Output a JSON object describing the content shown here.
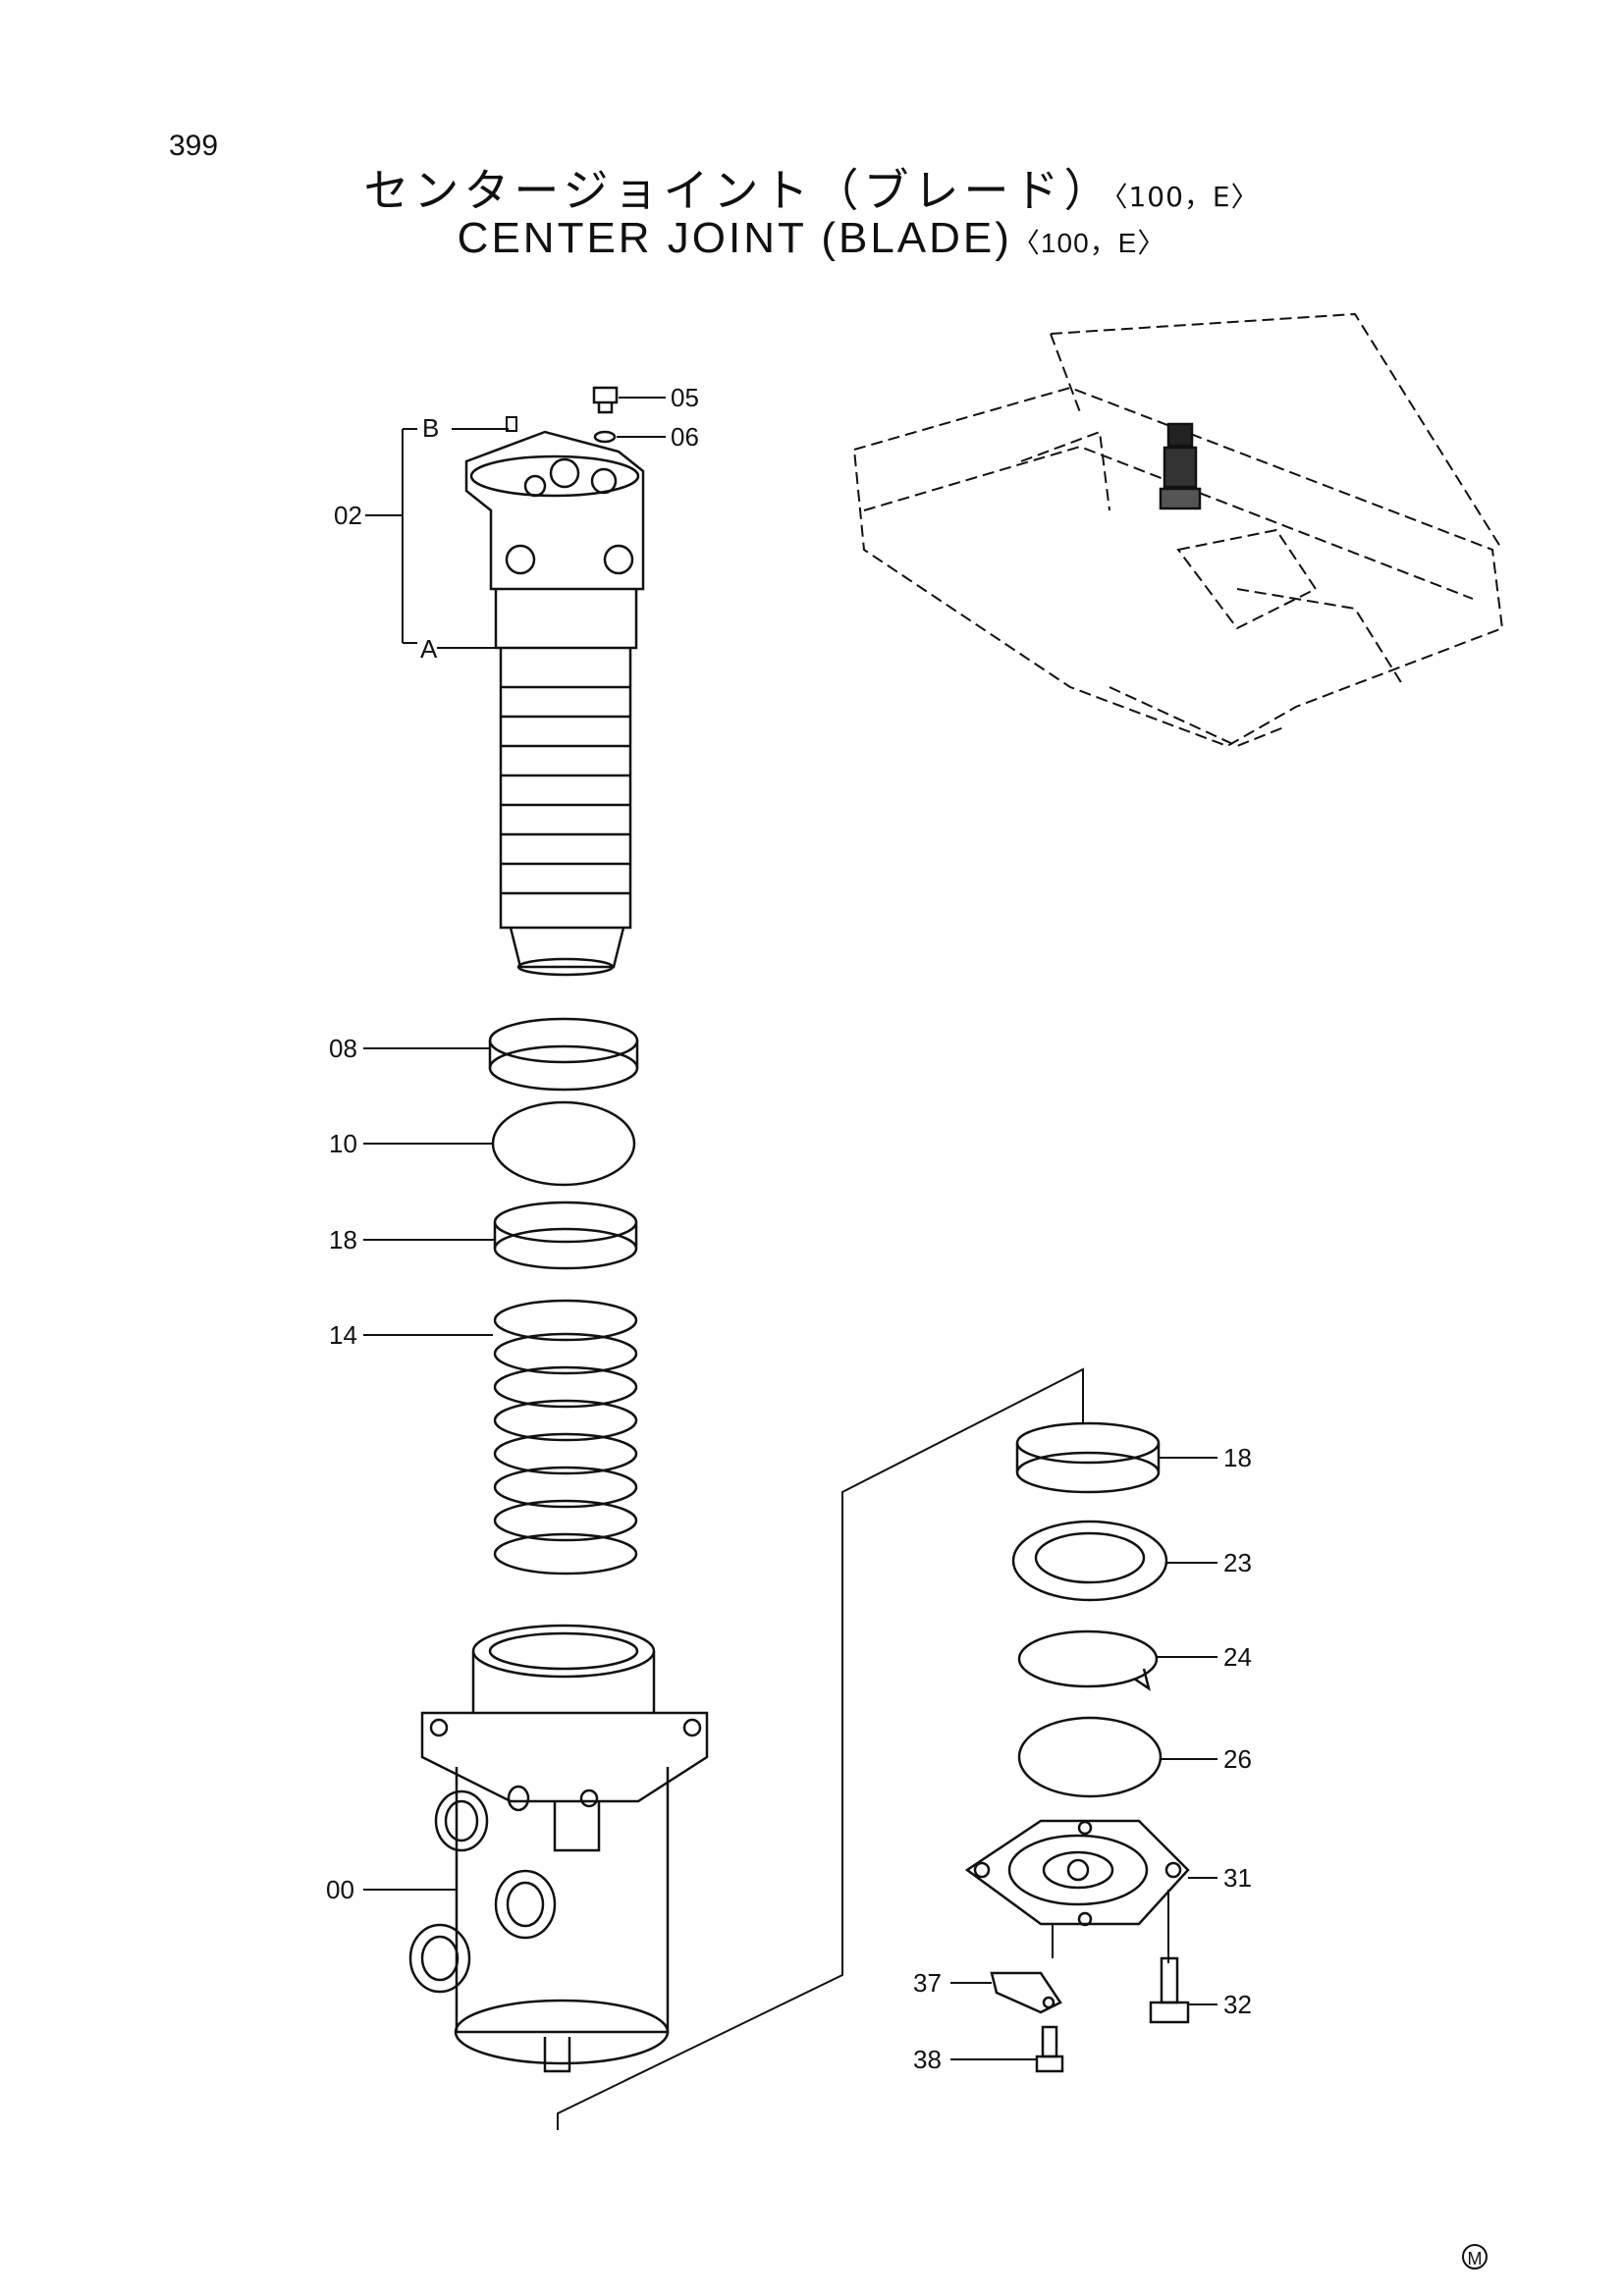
{
  "page_number": "399",
  "title_jp": "センタージョイント（ブレード）",
  "title_en": "CENTER  JOINT  (BLADE)",
  "variant": "〈100，E〉",
  "variant_en": "〈100，E〉",
  "callouts": {
    "c05": "05",
    "c06": "06",
    "cB": "B",
    "c02": "02",
    "cA": "A",
    "c08": "08",
    "c10": "10",
    "c18a": "18",
    "c14": "14",
    "c00": "00",
    "c18b": "18",
    "c23": "23",
    "c24": "24",
    "c26": "26",
    "c31": "31",
    "c32": "32",
    "c37": "37",
    "c38": "38"
  },
  "maker_mark": "M"
}
